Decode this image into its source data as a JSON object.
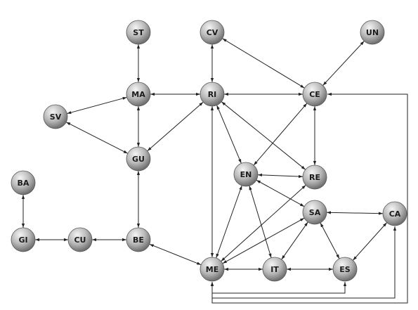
{
  "nodes": [
    {
      "id": "ST",
      "label": "ST"
    },
    {
      "id": "CV",
      "label": "CV"
    },
    {
      "id": "UN",
      "label": "UN"
    },
    {
      "id": "MA",
      "label": "MA"
    },
    {
      "id": "RI",
      "label": "RI"
    },
    {
      "id": "CE",
      "label": "CE"
    },
    {
      "id": "SV",
      "label": "SV"
    },
    {
      "id": "GU",
      "label": "GU"
    },
    {
      "id": "EN",
      "label": "EN"
    },
    {
      "id": "RE",
      "label": "RE"
    },
    {
      "id": "BA",
      "label": "BA"
    },
    {
      "id": "SA",
      "label": "SA"
    },
    {
      "id": "CA",
      "label": "CA"
    },
    {
      "id": "GI",
      "label": "GI"
    },
    {
      "id": "CU",
      "label": "CU"
    },
    {
      "id": "BE",
      "label": "BE"
    },
    {
      "id": "ME",
      "label": "ME"
    },
    {
      "id": "IT",
      "label": "IT"
    },
    {
      "id": "ES",
      "label": "ES"
    }
  ],
  "edges": [
    {
      "from": "ST",
      "to": "MA"
    },
    {
      "from": "CV",
      "to": "RI"
    },
    {
      "from": "CV",
      "to": "CE"
    },
    {
      "from": "UN",
      "to": "CE"
    },
    {
      "from": "MA",
      "to": "RI"
    },
    {
      "from": "MA",
      "to": "SV"
    },
    {
      "from": "MA",
      "to": "GU"
    },
    {
      "from": "RI",
      "to": "CE"
    },
    {
      "from": "RI",
      "to": "GU"
    },
    {
      "from": "RI",
      "to": "EN"
    },
    {
      "from": "RI",
      "to": "RE"
    },
    {
      "from": "RI",
      "to": "ME"
    },
    {
      "from": "CE",
      "to": "EN"
    },
    {
      "from": "CE",
      "to": "RE"
    },
    {
      "from": "SV",
      "to": "GU"
    },
    {
      "from": "GU",
      "to": "BE"
    },
    {
      "from": "EN",
      "to": "RE"
    },
    {
      "from": "EN",
      "to": "SA"
    },
    {
      "from": "EN",
      "to": "ME"
    },
    {
      "from": "EN",
      "to": "IT"
    },
    {
      "from": "RE",
      "to": "ME"
    },
    {
      "from": "BA",
      "to": "GI"
    },
    {
      "from": "SA",
      "to": "CA"
    },
    {
      "from": "SA",
      "to": "ME"
    },
    {
      "from": "SA",
      "to": "IT"
    },
    {
      "from": "SA",
      "to": "ES"
    },
    {
      "from": "CA",
      "to": "ES"
    },
    {
      "from": "GI",
      "to": "CU"
    },
    {
      "from": "CU",
      "to": "BE"
    },
    {
      "from": "BE",
      "to": "ME"
    },
    {
      "from": "ME",
      "to": "IT"
    },
    {
      "from": "IT",
      "to": "ES"
    },
    {
      "from": "ME",
      "to": "ES",
      "routed": true
    },
    {
      "from": "ME",
      "to": "CA",
      "routed": true
    },
    {
      "from": "ME",
      "to": "CE",
      "routed": true
    }
  ],
  "colors": {
    "node_light": "#f4f4f4",
    "node_mid": "#b9b9b9",
    "node_dark": "#6e6e6e",
    "edge": "#222222"
  }
}
